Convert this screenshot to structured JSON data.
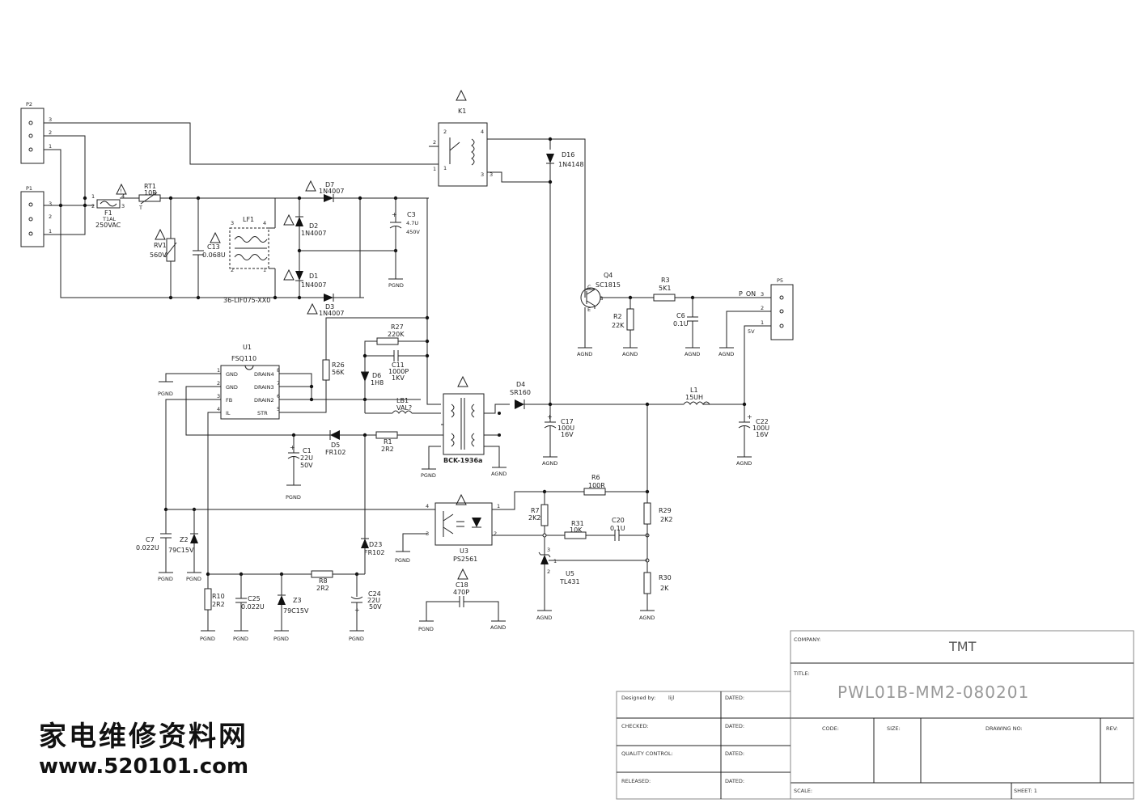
{
  "connectors": {
    "p2": {
      "ref": "P2",
      "pins": [
        "3",
        "2",
        "1"
      ]
    },
    "p1": {
      "ref": "P1",
      "pins": [
        "3",
        "2",
        "1"
      ]
    },
    "p5": {
      "ref": "P5",
      "pins": [
        "3",
        "2",
        "1"
      ],
      "net_p_on": "P_ON",
      "net_5v": "5V"
    }
  },
  "relay": {
    "ref": "K1",
    "pins": [
      "2",
      "4",
      "1",
      "3"
    ],
    "ext_pins": [
      "2",
      "1",
      "3"
    ]
  },
  "fuse": {
    "ref": "F1",
    "value": "T1AL",
    "rating": "250VAC",
    "pins": [
      "1",
      "2",
      "3",
      "4"
    ]
  },
  "thermistor": {
    "ref": "RT1",
    "value": "10R",
    "mark": "T"
  },
  "varistor": {
    "ref": "RV1",
    "value": "560V"
  },
  "x_cap": {
    "ref": "C13",
    "value": "0.068U"
  },
  "line_filter": {
    "ref": "LF1",
    "part": "36-LIF075-XX0",
    "pins": [
      "3",
      "4",
      "2",
      "1"
    ]
  },
  "bridge": {
    "d7": {
      "ref": "D7",
      "value": "1N4007"
    },
    "d2": {
      "ref": "D2",
      "value": "1N4007"
    },
    "d1": {
      "ref": "D1",
      "value": "1N4007"
    },
    "d3": {
      "ref": "D3",
      "value": "1N4007"
    }
  },
  "bulk_cap": {
    "ref": "C3",
    "value": "4.7U",
    "voltage": "450V"
  },
  "grounds": {
    "pgnd": "PGND",
    "agnd": "AGND"
  },
  "controller": {
    "ref": "U1",
    "part": "FSQ110",
    "left_pins": [
      {
        "num": "1",
        "name": "GND"
      },
      {
        "num": "2",
        "name": "GND"
      },
      {
        "num": "3",
        "name": "FB"
      },
      {
        "num": "4",
        "name": "IL"
      }
    ],
    "right_pins": [
      {
        "num": "8",
        "name": "DRAIN4"
      },
      {
        "num": "7",
        "name": "DRAIN3"
      },
      {
        "num": "6",
        "name": "DRAIN2"
      },
      {
        "num": "5",
        "name": "STR"
      }
    ]
  },
  "snubber": {
    "r27": {
      "ref": "R27",
      "value": "220K"
    },
    "c11": {
      "ref": "C11",
      "value": "1000P",
      "voltage": "1KV"
    },
    "d6": {
      "ref": "D6",
      "value": "1H8"
    },
    "r26": {
      "ref": "R26",
      "value": "56K"
    }
  },
  "transformer": {
    "ref": "BCK-1936a"
  },
  "lb1": {
    "ref": "LB1",
    "value": "VAL?"
  },
  "aux": {
    "d5": {
      "ref": "D5",
      "value": "FR102"
    },
    "r1": {
      "ref": "R1",
      "value": "2R2"
    },
    "c1": {
      "ref": "C1",
      "value": "22U",
      "voltage": "50V"
    },
    "c7": {
      "ref": "C7",
      "value": "0.022U"
    },
    "z2": {
      "ref": "Z2",
      "value": "79C15V"
    },
    "r10": {
      "ref": "R10",
      "value": "2R2"
    },
    "c25": {
      "ref": "C25",
      "value": "0.022U"
    },
    "z3": {
      "ref": "Z3",
      "value": "79C15V"
    },
    "r8": {
      "ref": "R8",
      "value": "2R2"
    },
    "d23": {
      "ref": "D23",
      "value": "FR102"
    },
    "c24": {
      "ref": "C24",
      "value": "22U",
      "voltage": "50V"
    },
    "c18": {
      "ref": "C18",
      "value": "470P"
    }
  },
  "output": {
    "d16": {
      "ref": "D16",
      "value": "1N4148"
    },
    "d4": {
      "ref": "D4",
      "value": "SR160"
    },
    "c17": {
      "ref": "C17",
      "value": "100U",
      "voltage": "16V"
    },
    "l1": {
      "ref": "L1",
      "value": "15UH"
    },
    "c22": {
      "ref": "C22",
      "value": "100U",
      "voltage": "16V"
    }
  },
  "switch": {
    "q4": {
      "ref": "Q4",
      "part": "SC1815",
      "pin_c": "C",
      "pin_b": "B",
      "pin_e": "E"
    },
    "r3": {
      "ref": "R3",
      "value": "5K1"
    },
    "r2": {
      "ref": "R2",
      "value": "22K"
    },
    "c6": {
      "ref": "C6",
      "value": "0.1U"
    }
  },
  "feedback": {
    "u3": {
      "ref": "U3",
      "part": "PS2561",
      "pins": [
        "4",
        "3",
        "1",
        "2"
      ]
    },
    "r6": {
      "ref": "R6",
      "value": "100R"
    },
    "r7": {
      "ref": "R7",
      "value": "2K2"
    },
    "r31": {
      "ref": "R31",
      "value": "10K"
    },
    "c20": {
      "ref": "C20",
      "value": "0.1U"
    },
    "r29": {
      "ref": "R29",
      "value": "2K2"
    },
    "u5": {
      "ref": "U5",
      "part": "TL431",
      "pins": [
        "3",
        "2",
        "1"
      ]
    },
    "r30": {
      "ref": "R30",
      "value": "2K"
    }
  },
  "title_block": {
    "designed_label": "Designed by:",
    "designer": "lijl",
    "dated_label": "DATED:",
    "checked_label": "CHECKED:",
    "quality_label": "QUALITY CONTROL:",
    "released_label": "RELEASED:",
    "company_label": "COMPANY:",
    "company": "TMT",
    "title_label": "TITLE:",
    "title": "PWL01B-MM2-080201",
    "code_label": "CODE:",
    "size_label": "SIZE:",
    "drawing_label": "DRAWING NO:",
    "rev_label": "REV:",
    "scale_label": "SCALE:",
    "sheet_label": "SHEET: 1"
  },
  "watermark": {
    "chinese": "家电维修资料网",
    "url": "www.520101.com"
  }
}
